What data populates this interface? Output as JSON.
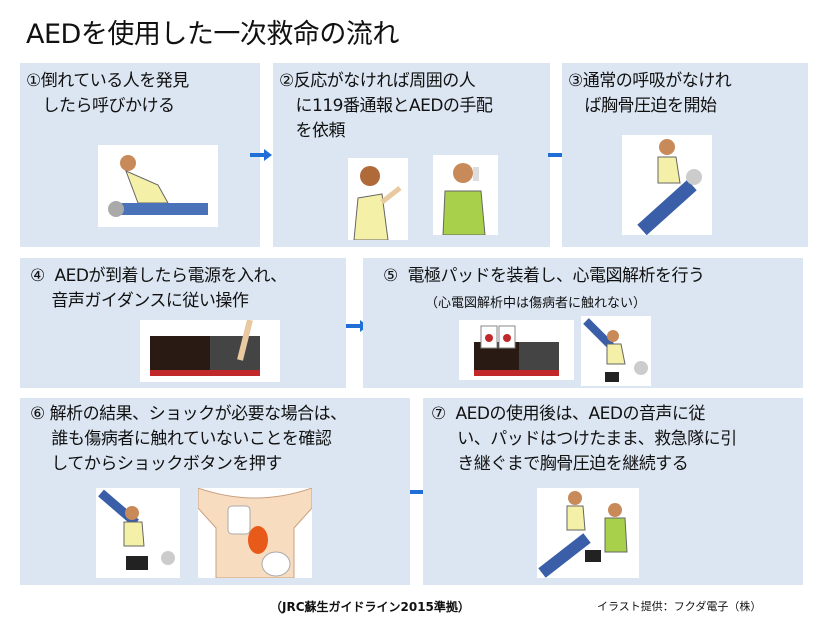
{
  "title": "AEDを使用した一次救命の流れ",
  "steps": [
    {
      "text": "①倒れている人を発見\n　したら呼びかける"
    },
    {
      "text": "②反応がなければ周囲の人\n　に119番通報とAEDの手配\n　を依頼"
    },
    {
      "text": "③通常の呼吸がなけれ\n　ば胸骨圧迫を開始"
    },
    {
      "text": "④  AEDが到着したら電源を入れ、\n　 音声ガイダンスに従い操作"
    },
    {
      "text": "⑤  電極パッドを装着し、心電図解析を行う",
      "note": "（心電図解析中は傷病者に触れない）"
    },
    {
      "text": "⑥ 解析の結果、ショックが必要な場合は、\n　 誰も傷病者に触れていないことを確認\n　 してからショックボタンを押す"
    },
    {
      "text": "⑦  AEDの使用後は、AEDの音声に従\n　  い、パッドはつけたまま、救急隊に引\n　  き継ぐまで胸骨圧迫を継続する"
    }
  ],
  "footer": {
    "guideline": "（JRC蘇生ガイドライン2015準拠）",
    "credit": "イラスト提供：フクダ電子（株）"
  },
  "colors": {
    "panel": "#dce6f2",
    "arrow": "#1f6fd6"
  }
}
